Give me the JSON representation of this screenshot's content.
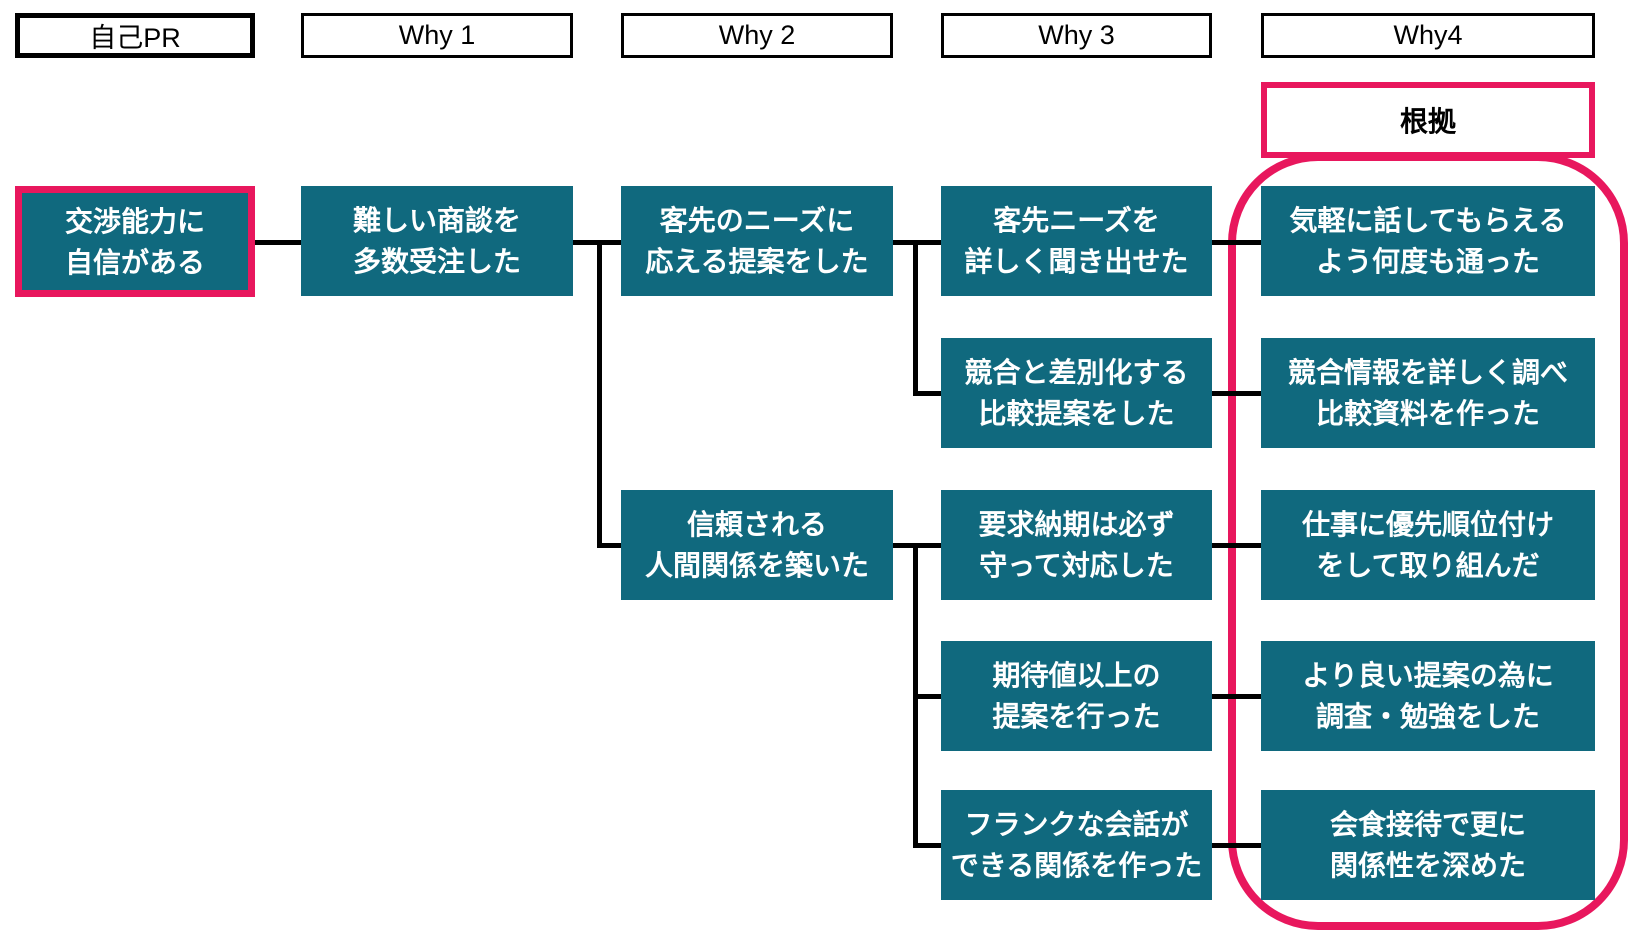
{
  "evidence_label": "根拠",
  "colors": {
    "node_fill": "#10697E",
    "node_text": "#FFFFFF",
    "accent_pink": "#E8175D",
    "connector": "#000000",
    "header_border": "#000000",
    "background": "#FFFFFF"
  },
  "columns": [
    {
      "header": "自己PR",
      "boxes": [
        {
          "lines": [
            "交渉能力に",
            "自信がある"
          ],
          "highlighted": true
        }
      ]
    },
    {
      "header": "Why 1",
      "boxes": [
        {
          "lines": [
            "難しい商談を",
            "多数受注した"
          ]
        }
      ]
    },
    {
      "header": "Why 2",
      "boxes": [
        {
          "lines": [
            "客先のニーズに",
            "応える提案をした"
          ]
        },
        {
          "lines": [
            "信頼される",
            "人間関係を築いた"
          ]
        }
      ]
    },
    {
      "header": "Why 3",
      "boxes": [
        {
          "lines": [
            "客先ニーズを",
            "詳しく聞き出せた"
          ]
        },
        {
          "lines": [
            "競合と差別化する",
            "比較提案をした"
          ]
        },
        {
          "lines": [
            "要求納期は必ず",
            "守って対応した"
          ]
        },
        {
          "lines": [
            "期待値以上の",
            "提案を行った"
          ]
        },
        {
          "lines": [
            "フランクな会話が",
            "できる関係を作った"
          ]
        }
      ]
    },
    {
      "header": "Why4",
      "boxes": [
        {
          "lines": [
            "気軽に話してもらえる",
            "よう何度も通った"
          ]
        },
        {
          "lines": [
            "競合情報を詳しく調べ",
            "比較資料を作った"
          ]
        },
        {
          "lines": [
            "仕事に優先順位付け",
            "をして取り組んだ"
          ]
        },
        {
          "lines": [
            "より良い提案の為に",
            "調査・勉強をした"
          ]
        },
        {
          "lines": [
            "会食接待で更に",
            "関係性を深めた"
          ]
        }
      ]
    }
  ]
}
